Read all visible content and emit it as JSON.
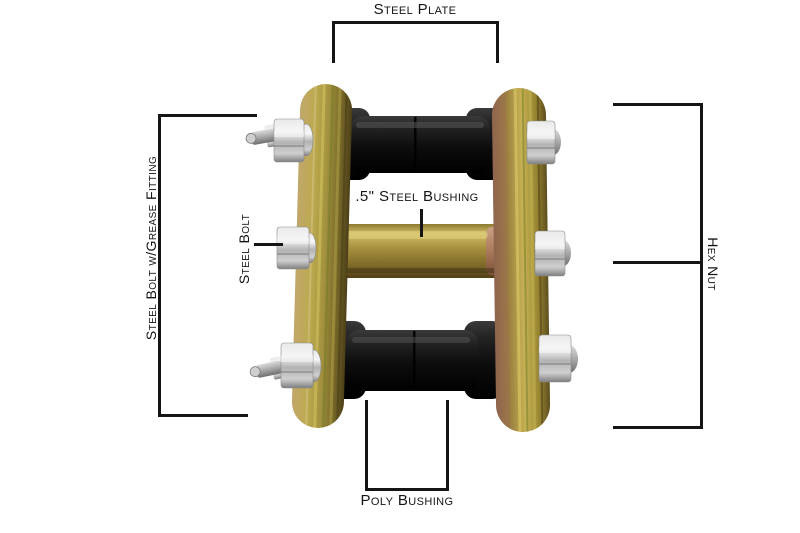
{
  "diagram": {
    "description": "Exploded parts callout diagram of a leaf-spring shackle assembly",
    "labels": {
      "steel_plate": "Steel Plate",
      "steel_bolt_grease": "Steel Bolt w/Grease Fitting",
      "steel_bolt": "Steel Bolt",
      "steel_bushing": ".5\" Steel Bushing",
      "hex_nut": "Hex Nut",
      "poly_bushing": "Poly Bushing"
    },
    "colors": {
      "background": "#ffffff",
      "callout_line": "#151515",
      "plate_gold": "#a3923e",
      "plate_gold_light": "#c9b267",
      "plate_gold_dark": "#574a1c",
      "steel_bushing_gold": "#a38c3c",
      "poly_bushing_black": "#141414",
      "hardware_silver": "#c9c9c9",
      "collar_copper": "#b9866a"
    }
  }
}
